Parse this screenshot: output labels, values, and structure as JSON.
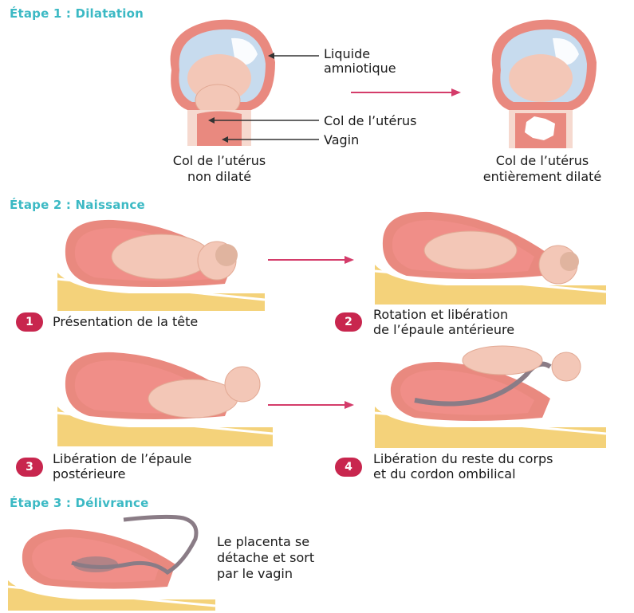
{
  "stage1": {
    "title": "Étape 1 : Dilatation",
    "label_liquide_line1": "Liquide",
    "label_liquide_line2": "amniotique",
    "label_col": "Col de l’utérus",
    "label_vagin": "Vagin",
    "caption_left_line1": "Col de l’utérus",
    "caption_left_line2": "non dilaté",
    "caption_right_line1": "Col de l’utérus",
    "caption_right_line2": "entièrement dilaté"
  },
  "stage2": {
    "title": "Étape 2 : Naissance",
    "steps": [
      {
        "number": "1",
        "line1": "Présentation de la tête",
        "line2": ""
      },
      {
        "number": "2",
        "line1": "Rotation et libération",
        "line2": "de l’épaule antérieure"
      },
      {
        "number": "3",
        "line1": "Libération de l’épaule",
        "line2": "postérieure"
      },
      {
        "number": "4",
        "line1": "Libération du reste du corps",
        "line2": "et du cordon ombilical"
      }
    ]
  },
  "stage3": {
    "title": "Étape 3 : Délivrance",
    "line1": "Le placenta se",
    "line2": "détache et sort",
    "line3": "par le vagin"
  },
  "colors": {
    "accent_title": "#3bb9c4",
    "badge": "#c8264e",
    "arrow": "#d43c6a",
    "uterus": "#e9897f",
    "skin": "#f3c7b7",
    "amniotic": "#c7dbee",
    "bone": "#f4d27a",
    "cord": "#8a7c86"
  }
}
